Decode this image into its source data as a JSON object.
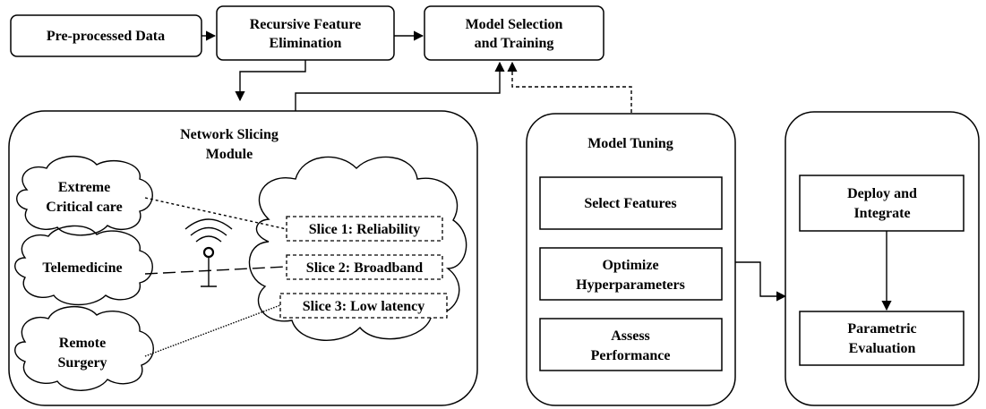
{
  "top_flow": {
    "preprocessed": "Pre-processed Data",
    "rfe_line1": "Recursive Feature",
    "rfe_line2": "Elimination",
    "model_sel_line1": "Model Selection",
    "model_sel_line2": "and Training"
  },
  "network_module": {
    "title_line1": "Network Slicing",
    "title_line2": "Module",
    "services": [
      {
        "line1": "Extreme",
        "line2": "Critical care"
      },
      {
        "line1": "Telemedicine",
        "line2": ""
      },
      {
        "line1": "Remote",
        "line2": "Surgery"
      }
    ],
    "slices": [
      "Slice 1: Reliability",
      "Slice 2: Broadband",
      "Slice 3: Low latency"
    ],
    "antenna_icon": "wireless-antenna-icon"
  },
  "model_tuning": {
    "title": "Model Tuning",
    "steps": [
      {
        "line1": "Select Features",
        "line2": ""
      },
      {
        "line1": "Optimize",
        "line2": "Hyperparameters"
      },
      {
        "line1": "Assess",
        "line2": "Performance"
      }
    ]
  },
  "deployment": {
    "deploy_line1": "Deploy and",
    "deploy_line2": "Integrate",
    "eval_line1": "Parametric",
    "eval_line2": "Evaluation"
  }
}
